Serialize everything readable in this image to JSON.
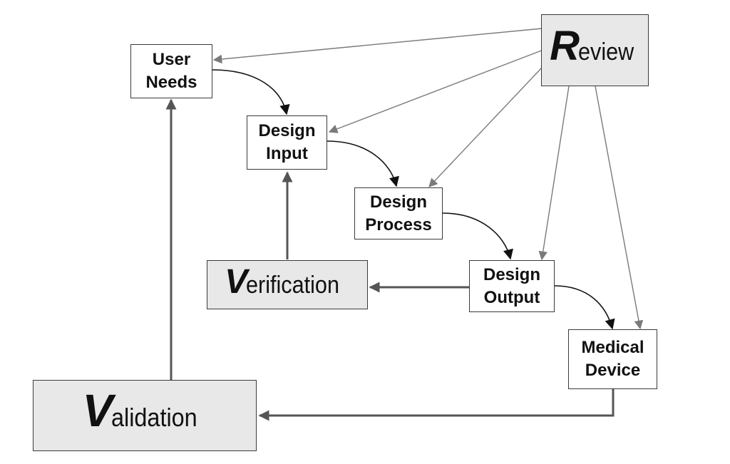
{
  "nodes": {
    "user_needs": {
      "line1": "User",
      "line2": "Needs"
    },
    "design_input": {
      "line1": "Design",
      "line2": "Input"
    },
    "design_process": {
      "line1": "Design",
      "line2": "Process"
    },
    "design_output": {
      "line1": "Design",
      "line2": "Output"
    },
    "medical_device": {
      "line1": "Medical",
      "line2": "Device"
    },
    "review": {
      "lead": "R",
      "rest": "eview"
    },
    "verification": {
      "lead": "V",
      "rest": "erification"
    },
    "validation": {
      "lead": "V",
      "rest": "alidation"
    }
  },
  "colors": {
    "box_border": "#3a3a3a",
    "feature_box_fill": "#e8e8e8",
    "flow_arrow": "#111111",
    "review_arrow": "#7a7a7a",
    "feedback_arrow": "#555555"
  }
}
